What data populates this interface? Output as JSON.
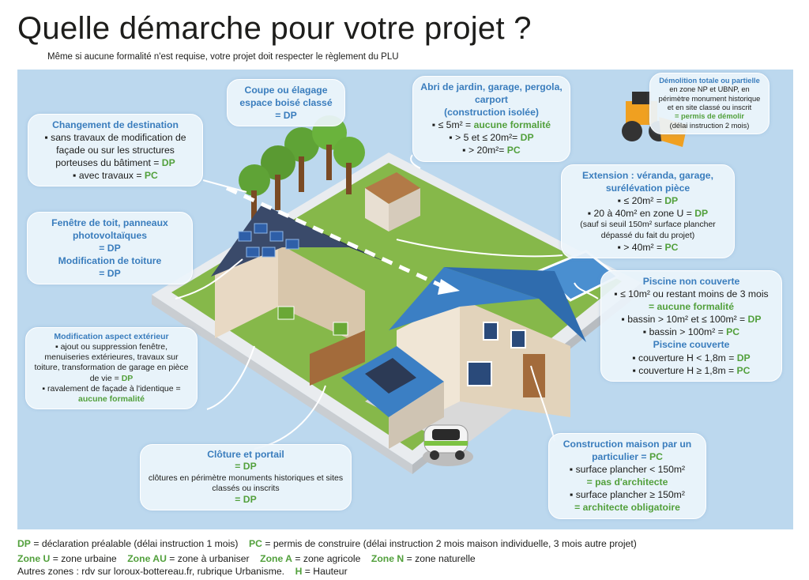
{
  "title": "Quelle démarche pour votre projet ?",
  "subtitle": "Même si aucune formalité n'est requise, votre projet doit respecter le règlement du PLU",
  "colors": {
    "heading": "#3a7dbd",
    "accent": "#52a03c",
    "background": "#bcd8ee"
  },
  "boxes": {
    "coupe": {
      "title": "Coupe ou élagage espace boisé classé",
      "value": "= DP"
    },
    "changement": {
      "title": "Changement de destination",
      "line1": "▪ sans travaux de modification de façade ou sur les structures porteuses du bâtiment = ",
      "line1_value": "DP",
      "line2": "▪ avec travaux = ",
      "line2_value": "PC"
    },
    "abri": {
      "title": "Abri de jardin, garage, pergola, carport",
      "subtitle": "(construction isolée)",
      "line1": "▪ ≤ 5m² = ",
      "line1_value": "aucune formalité",
      "line2": "▪ > 5 et ≤ 20m²= ",
      "line2_value": "DP",
      "line3": "▪ > 20m²= ",
      "line3_value": "PC"
    },
    "demolition": {
      "title": "Démolition totale ou partielle",
      "text": "en zone NP et UBNP, en périmètre monument historique et en site classé ou inscrit",
      "value": "= permis de démolir",
      "delay": "(délai instruction 2 mois)"
    },
    "fenetre": {
      "title": "Fenêtre de toit, panneaux photovoltaïques",
      "value1": "= DP",
      "title2": "Modification de toiture",
      "value2": "= DP"
    },
    "extension": {
      "title": "Extension : véranda, garage, surélévation pièce",
      "line1": "▪ ≤ 20m² = ",
      "line1_value": "DP",
      "line2": "▪ 20 à 40m² en zone U = ",
      "line2_value": "DP",
      "note": "(sauf si seuil 150m² surface plancher dépassé du fait du projet)",
      "line3": "▪ > 40m² = ",
      "line3_value": "PC"
    },
    "piscine": {
      "title": "Piscine non couverte",
      "line1": "▪ ≤ 10m² ou restant moins de 3 mois",
      "line1_value": "= aucune formalité",
      "line2": "▪ bassin > 10m² et ≤ 100m² = ",
      "line2_value": "DP",
      "line3": "▪ bassin > 100m² = ",
      "line3_value": "PC",
      "title2": "Piscine couverte",
      "line4": "▪ couverture H < 1,8m = ",
      "line4_value": "DP",
      "line5": "▪ couverture H ≥ 1,8m = ",
      "line5_value": "PC"
    },
    "aspect": {
      "title": "Modification aspect extérieur",
      "line1": "▪ ajout ou suppression fenêtre, menuiseries extérieures, travaux sur toiture, transformation de garage en pièce de vie = ",
      "line1_value": "DP",
      "line2": "▪ ravalement de façade à l'identique = ",
      "line2_value": "aucune formalité"
    },
    "cloture": {
      "title": "Clôture et portail",
      "value1": "= DP",
      "text": "clôtures en périmètre monuments historiques et sites classés ou inscrits",
      "value2": "= DP"
    },
    "construction": {
      "title": "Construction maison par un particulier = ",
      "title_value": "PC",
      "line1": "▪ surface plancher < 150m²",
      "line1_value": "= pas d'architecte",
      "line2": "▪ surface plancher ≥ 150m²",
      "line2_value": "= architecte obligatoire"
    }
  },
  "legend": {
    "dp_key": "DP",
    "dp_text": " = déclaration préalable (délai instruction 1 mois)",
    "pc_key": "PC",
    "pc_text": " = permis de construire (délai instruction 2 mois maison individuelle, 3 mois autre projet)",
    "zu_key": "Zone U",
    "zu_text": " = zone urbaine",
    "zau_key": "Zone AU",
    "zau_text": " = zone à urbaniser",
    "za_key": "Zone A",
    "za_text": " = zone agricole",
    "zn_key": "Zone N",
    "zn_text": " = zone naturelle",
    "other_text": "Autres zones : rdv sur loroux-bottereau.fr, rubrique Urbanisme.",
    "h_key": "H",
    "h_text": " = Hauteur"
  }
}
